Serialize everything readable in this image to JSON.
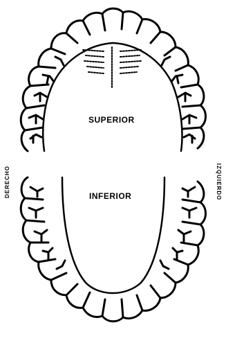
{
  "labels": {
    "upper": "SUPERIOR",
    "lower": "INFERIOR",
    "right_side": "DERECHO",
    "left_side": "IZQUIERDO"
  }
}
